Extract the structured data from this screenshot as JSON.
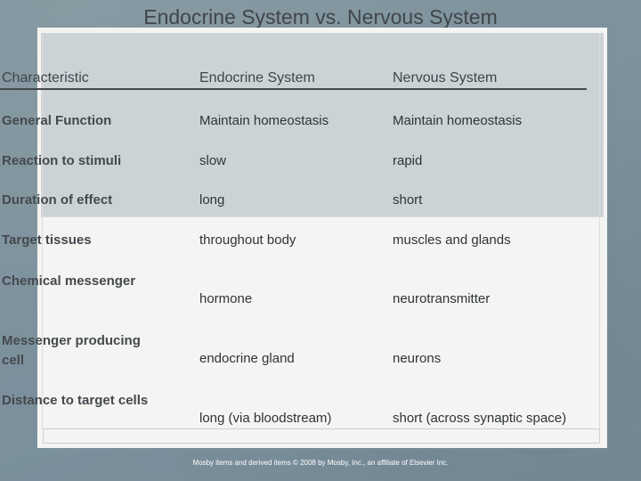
{
  "slide": {
    "title": "Endocrine System vs. Nervous System",
    "credit": "Mosby items and derived items © 2008 by Mosby, Inc., an affiliate of Elsevier Inc.",
    "background_color": "#7e939e",
    "panel_upper_color": "#ccd3d6",
    "panel_lower_color": "#f4f4f2",
    "title_color": "#3f454a",
    "rule_color": "#44494e"
  },
  "table": {
    "headers": {
      "characteristic": "Characteristic",
      "endocrine": "Endocrine System",
      "nervous": "Nervous System"
    },
    "rows": [
      {
        "characteristic": "General Function",
        "endocrine": "Maintain homeostasis",
        "nervous": "Maintain homeostasis"
      },
      {
        "characteristic": "Reaction to stimuli",
        "endocrine": "slow",
        "nervous": "rapid"
      },
      {
        "characteristic": "Duration of effect",
        "endocrine": "long",
        "nervous": "short"
      },
      {
        "characteristic": "Target tissues",
        "endocrine": "throughout body",
        "nervous": "muscles and glands"
      },
      {
        "characteristic": "Chemical messenger",
        "endocrine": "hormone",
        "nervous": "neurotransmitter"
      },
      {
        "characteristic": "Messenger producing cell",
        "endocrine": "endocrine gland",
        "nervous": "neurons"
      },
      {
        "characteristic": "Distance to target cells",
        "endocrine": "long (via bloodstream)",
        "nervous": "short (across synaptic space)"
      }
    ]
  }
}
